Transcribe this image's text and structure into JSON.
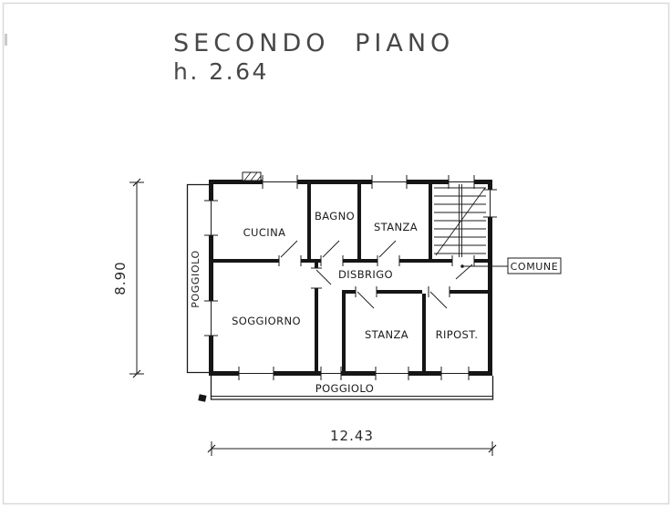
{
  "title": {
    "line1": "SECONDO PIANO",
    "line2": "h. 2.64"
  },
  "rooms": {
    "cucina": "CUCINA",
    "bagno": "BAGNO",
    "stanza_top": "STANZA",
    "disbrigo": "DISBRIGO",
    "soggiorno": "SOGGIORNO",
    "stanza_bottom": "STANZA",
    "ripostiglio": "RIPOST.",
    "comune": "COMUNE"
  },
  "balconies": {
    "left": "POGGIOLO",
    "bottom": "POGGIOLO"
  },
  "dimensions": {
    "height": "8.90",
    "width": "12.43"
  },
  "colors": {
    "ink": "#1b1b1b",
    "title_ink": "#474747",
    "paper": "#ffffff"
  }
}
